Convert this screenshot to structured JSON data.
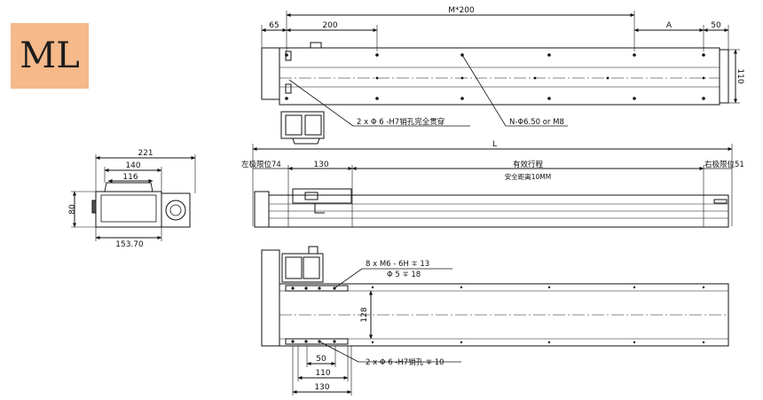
{
  "badge": {
    "text": "ML"
  },
  "top_view": {
    "dim_left": "65",
    "dim_pitch": "200",
    "dim_span": "M*200",
    "dim_a": "A",
    "dim_end": "50",
    "dim_height": "110",
    "note_pin": "2 x Φ 6 -H7销孔完全贯穿",
    "note_holes": "N-Φ6.50 or M8"
  },
  "side_view": {
    "dim_total": "L",
    "left_limit": "左极限位74",
    "dim_carriage": "130",
    "stroke": "有效行程",
    "safety": "安全距离10MM",
    "right_limit": "右极限位51"
  },
  "bottom_view": {
    "thread_line1": "8 x  M6 - 6H ∓ 13",
    "thread_line2": "Φ 5 ∓ 18",
    "dim_height": "128",
    "dim_50": "50",
    "dim_110": "110",
    "dim_130": "130",
    "pin_note": "2 x  Φ 6 -H7销孔 ∓ 10"
  },
  "end_view": {
    "dim_221": "221",
    "dim_140": "140",
    "dim_116": "116",
    "dim_80": "80",
    "dim_153": "153.70"
  }
}
